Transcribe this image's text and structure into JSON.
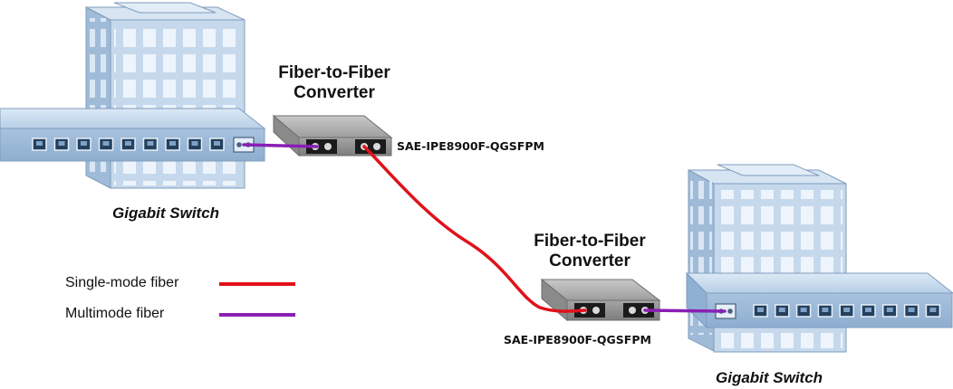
{
  "colors": {
    "single_mode": "#e0121a",
    "multimode": "#8a1fb4",
    "building": "#bcd3ea",
    "switch": "#a9c6e3"
  },
  "converter_left": {
    "title_line1": "Fiber-to-Fiber",
    "title_line2": "Converter",
    "model": "SAE-IPE8900F-QGSFPM"
  },
  "converter_right": {
    "title_line1": "Fiber-to-Fiber",
    "title_line2": "Converter",
    "model": "SAE-IPE8900F-QGSFPM"
  },
  "switch_left": {
    "label": "Gigabit Switch"
  },
  "switch_right": {
    "label": "Gigabit Switch"
  },
  "legend": [
    {
      "label": "Single-mode fiber",
      "color": "#e0121a"
    },
    {
      "label": "Multimode fiber",
      "color": "#8a1fb4"
    }
  ]
}
